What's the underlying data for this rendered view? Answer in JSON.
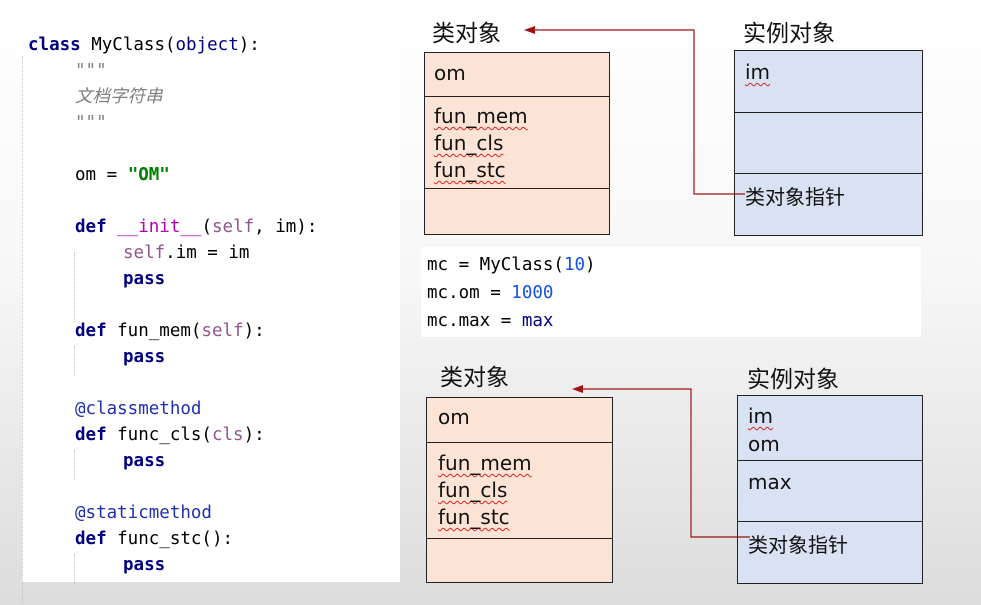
{
  "code": {
    "line1": {
      "kw": "class",
      "rest_a": " MyClass(",
      "base": "object",
      "rest_b": "):"
    },
    "doc_open": "\"\"\"",
    "doc_text": "文档字符串",
    "doc_close": "\"\"\"",
    "om_assign": {
      "lhs": "om = ",
      "value": "\"OM\""
    },
    "init_def": {
      "kw": "def",
      "name": "__init__",
      "lp": "(",
      "self": "self",
      "rest": ", im):"
    },
    "init_body": {
      "self": "self",
      "rest": ".im = im"
    },
    "pass1": "pass",
    "mem_def": {
      "kw": "def",
      "rest_a": " fun_mem(",
      "self": "self",
      "rest_b": "):"
    },
    "pass2": "pass",
    "classmethod": "@classmethod",
    "cls_def": {
      "kw": "def",
      "rest_a": " func_cls(",
      "cls": "cls",
      "rest_b": "):"
    },
    "pass3": "pass",
    "staticmethod": "@staticmethod",
    "stc_def": {
      "kw": "def",
      "rest": " func_stc():"
    },
    "pass4": "pass"
  },
  "snippet": {
    "line1": {
      "a": "mc = MyClass(",
      "num": "10",
      "b": ")"
    },
    "line2": {
      "a": "mc.om = ",
      "num": "1000"
    },
    "line3": {
      "a": "mc.max = ",
      "kw": "max"
    }
  },
  "top_diagram": {
    "class_title": "类对象",
    "instance_title": "实例对象",
    "class_attr": "om",
    "methods": [
      "fun_mem",
      "fun_cls",
      "fun_stc"
    ],
    "instance_attr": "im",
    "pointer_label": "类对象指针"
  },
  "bottom_diagram": {
    "class_title": "类对象",
    "instance_title": "实例对象",
    "class_attr": "om",
    "methods": [
      "fun_mem",
      "fun_cls",
      "fun_stc"
    ],
    "instance_attrs": [
      "im",
      "om"
    ],
    "instance_extra": "max",
    "pointer_label": "类对象指针"
  },
  "colors": {
    "class_fill": "#fbe4d5",
    "instance_fill": "#d9e2f3",
    "arrow": "#a01010"
  }
}
